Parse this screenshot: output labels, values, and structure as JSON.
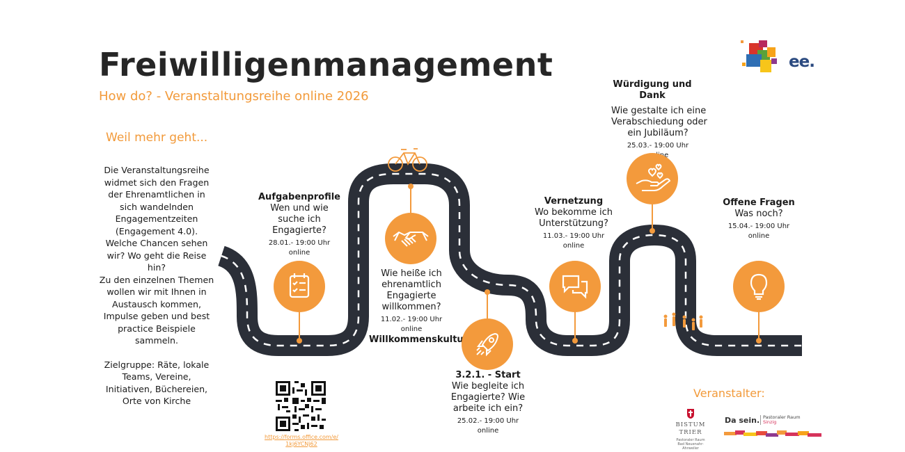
{
  "header": {
    "title": "Freiwilligenmanagement",
    "subtitle": "How do? - Veranstaltungsreihe online 2026"
  },
  "intro": {
    "heading": "Weil mehr geht...",
    "lines": [
      "Die Veranstaltungsreihe",
      "widmet sich den Fragen",
      "der Ehrenamtlichen in",
      "sich wandelnden",
      "Engagementzeiten",
      "(Engagement 4.0).",
      "Welche Chancen sehen",
      "wir? Wo geht die Reise",
      "hin?",
      "Zu den einzelnen Themen",
      "wollen wir mit Ihnen in",
      "Austausch kommen,",
      "Impulse geben und best",
      "practice Beispiele",
      "sammeln."
    ],
    "target_lines": [
      "Zielgruppe: Räte, lokale",
      "Teams, Vereine,",
      "Initiativen, Büchereien,",
      "Orte von Kirche"
    ]
  },
  "steps": {
    "s1": {
      "title": "Aufgabenprofile",
      "q": [
        "Wen und wie",
        "suche ich",
        "Engagierte?"
      ],
      "date": "28.01.- 19:00 Uhr",
      "mode": "online",
      "icon": "calendar-checklist-icon"
    },
    "s2": {
      "title": "Willkommenskultur",
      "q": [
        "Wie heiße ich",
        "ehrenamtlich",
        "Engagierte",
        "willkommen?"
      ],
      "date": "11.02.- 19:00 Uhr",
      "mode": "online",
      "icon": "handshake-icon"
    },
    "s3": {
      "title": "3.2.1. - Start",
      "q": [
        "Wie begleite ich",
        "Engagierte? Wie",
        "arbeite ich ein?"
      ],
      "date": "25.02.- 19:00 Uhr",
      "mode": "online",
      "icon": "rocket-icon"
    },
    "s4": {
      "title": "Vernetzung",
      "q": [
        "Wo bekomme ich",
        "Unterstützung?"
      ],
      "date": "11.03.- 19:00 Uhr",
      "mode": "online",
      "icon": "chat-bubbles-icon"
    },
    "s5": {
      "title": "Würdigung und Dank",
      "q": [
        "Wie gestalte ich eine",
        "Verabschiedung oder",
        "ein Jubiläum?"
      ],
      "date": "25.03.- 19:00 Uhr",
      "mode": "online",
      "icon": "hand-hearts-icon"
    },
    "s6": {
      "title": "Offene Fragen",
      "q": [
        "Was noch?"
      ],
      "date": "15.04.- 19:00 Uhr",
      "mode": "online",
      "icon": "lightbulb-icon"
    }
  },
  "qr": {
    "link_lines": [
      "https://forms.office.com/e/",
      "1kj6YCNj62"
    ]
  },
  "organizer": {
    "label": "Veranstalter:",
    "bistum_lines": [
      "BISTUM",
      "TRIER"
    ],
    "bistum_small": [
      "Pastoraler Raum",
      "Bad Neuenahr-Ahrweiler"
    ],
    "dasein": "Da sein.",
    "pastoral_lines": [
      "Pastoraler Raum",
      "Sinzig"
    ]
  },
  "logo": {
    "text": "ee."
  },
  "colors": {
    "accent": "#f39a3c",
    "road": "#2b2f38",
    "title": "#262626"
  }
}
